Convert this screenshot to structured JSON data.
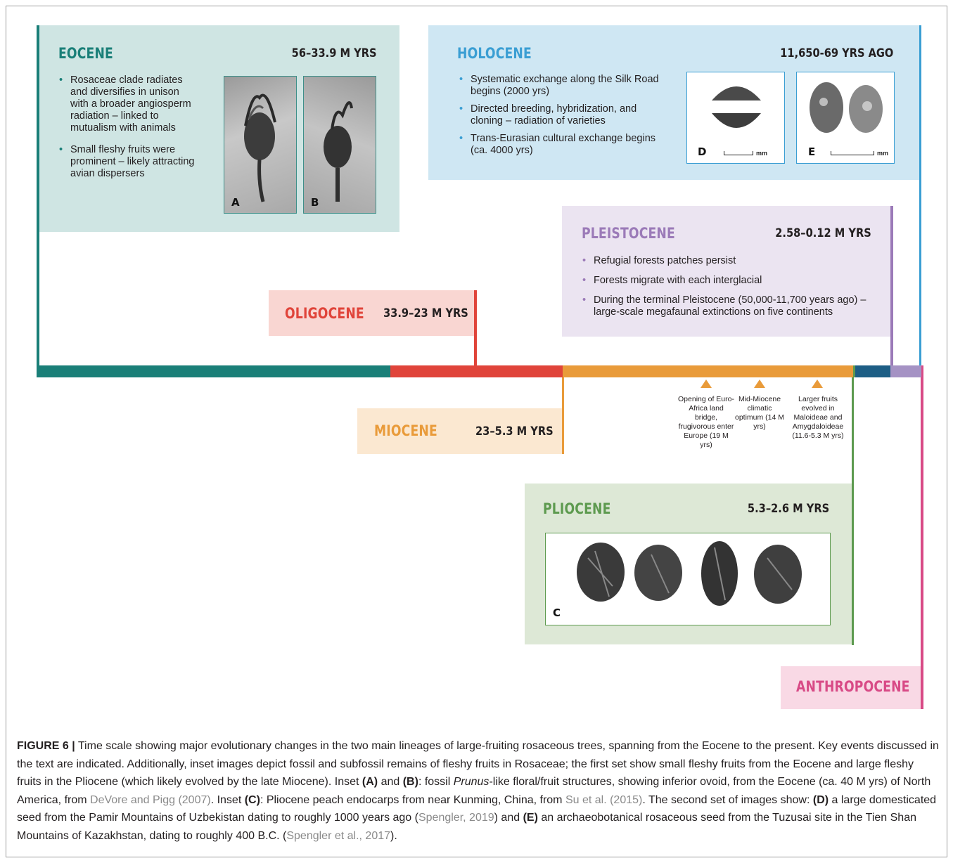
{
  "panels": {
    "eocene": {
      "title": "EOCENE",
      "date": "56–33.9 M YRS",
      "bullets": [
        "Rosaceae clade radiates and diversifies in unison with a broader angiosperm radiation – linked to mutualism with animals",
        "Small fleshy fruits were prominent – likely attracting avian dispersers"
      ],
      "inset_a": "A",
      "inset_b": "B"
    },
    "holocene": {
      "title": "HOLOCENE",
      "date": "11,650-69 YRS AGO",
      "bullets": [
        "Systematic exchange along the Silk Road begins (2000 yrs)",
        "Directed breeding, hybridization, and cloning – radiation of varieties",
        "Trans-Eurasian cultural exchange begins (ca. 4000 yrs)"
      ],
      "inset_d": "D",
      "inset_e": "E",
      "scale_unit": "mm"
    },
    "pleistocene": {
      "title": "PLEISTOCENE",
      "date": "2.58–0.12 M YRS",
      "bullets": [
        "Refugial forests patches persist",
        "Forests migrate with each interglacial",
        "During the terminal Pleistocene (50,000-11,700 years ago) – large-scale megafaunal extinctions on five continents"
      ]
    },
    "oligocene": {
      "title": "OLIGOCENE",
      "date": "33.9–23 M YRS"
    },
    "miocene": {
      "title": "MIOCENE",
      "date": "23–5.3 M YRS",
      "events": [
        "Opening of Euro-Africa land bridge, frugivorous enter Europe (19 M yrs)",
        "Mid-Miocene climatic optimum (14 M yrs)",
        "Larger fruits evolved in Maloideae and Amygdaloideae (11.6-5.3 M yrs)"
      ]
    },
    "pliocene": {
      "title": "PLIOCENE",
      "date": "5.3–2.6 M YRS",
      "inset_c": "C"
    },
    "anthropocene": {
      "title": "ANTHROPOCENE"
    }
  },
  "colors": {
    "eocene": "#1a7f78",
    "oligocene": "#e0443a",
    "miocene": "#e99b3a",
    "pliocene": "#5d9a4f",
    "pleistocene": "#9b7ab8",
    "holocene": "#3a9ed3",
    "holocene_bar": "#1d5e85",
    "anthropocene": "#d84a86"
  },
  "caption": {
    "label": "FIGURE 6 |",
    "t1": " Time scale showing major evolutionary changes in the two main lineages of large-fruiting rosaceous trees, spanning from the Eocene to the present. Key events discussed in the text are indicated. Additionally, inset images depict fossil and subfossil remains of fleshy fruits in Rosaceae; the first set show small fleshy fruits from the Eocene and large fleshy fruits in the Pliocene (which likely evolved by the late Miocene). Inset ",
    "a": "(A)",
    "and1": " and ",
    "b": "(B)",
    "t2": ": fossil ",
    "prunus": "Prunus",
    "t3": "-like floral/fruit structures, showing inferior ovoid, from the Eocene (ca. 40 M yrs) of North America, from ",
    "ref1": "DeVore and Pigg (2007)",
    "t4": ". Inset ",
    "c": "(C)",
    "t5": ": Pliocene peach endocarps from near Kunming, China, from ",
    "ref2": "Su et al. (2015)",
    "t6": ". The second set of images show: ",
    "d": "(D)",
    "t7": " a large domesticated seed from the Pamir Mountains of Uzbekistan dating to roughly 1000 years ago (",
    "ref3": "Spengler, 2019",
    "t8": ") and ",
    "e": "(E)",
    "t9": " an archaeobotanical rosaceous seed from the Tuzusai site in the Tien Shan Mountains of Kazakhstan, dating to roughly 400 B.C. (",
    "ref4": "Spengler et al., 2017",
    "t10": ")."
  }
}
